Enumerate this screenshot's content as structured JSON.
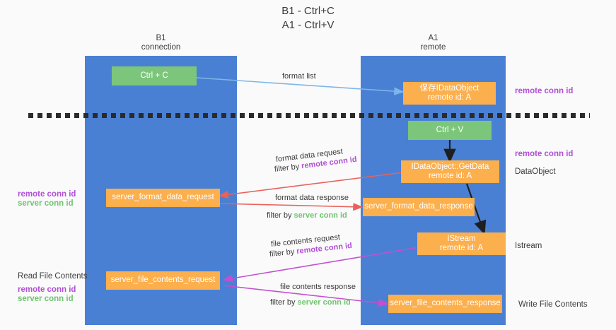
{
  "title": {
    "line1": "B1 - Ctrl+C",
    "line2": "A1 - Ctrl+V"
  },
  "lanes": {
    "left": {
      "name": "B1",
      "role": "connection"
    },
    "right": {
      "name": "A1",
      "role": "remote"
    }
  },
  "boxes": {
    "ctrl_c": {
      "label": "Ctrl + C"
    },
    "save_dataobject": {
      "line1": "保存IDataObject",
      "line2": "remote id: A"
    },
    "ctrl_v": {
      "label": "Ctrl + V"
    },
    "getdata": {
      "line1": "IDataObject::GetData",
      "line2": "remote id: A"
    },
    "server_format_data_request": {
      "label": "server_format_data_request"
    },
    "server_format_data_response": {
      "label": "server_format_data_response"
    },
    "istream": {
      "line1": "IStream",
      "line2": "remote id: A"
    },
    "server_file_contents_request": {
      "label": "server_file_contents_request"
    },
    "server_file_contents_response": {
      "label": "server_file_contents_response"
    }
  },
  "arrows": {
    "format_list": "format list",
    "format_data_request": "format data request",
    "format_data_response": "format data response",
    "file_contents_request": "file contents request",
    "file_contents_response": "file contents response",
    "filter_by": "filter by",
    "remote_conn_id": "remote conn id",
    "server_conn_id": "server conn id"
  },
  "side_labels": {
    "right_remote_conn_id_top": "remote conn id",
    "right_remote_conn_id_mid": "remote conn id",
    "dataobject": "DataObject",
    "istream": "Istream",
    "write_file_contents": "Write File Contents",
    "read_file_contents": "Read File Contents",
    "left_remote_conn_id": "remote conn id",
    "left_server_conn_id": "server conn id"
  },
  "colors": {
    "lane": "#4a80d4",
    "green_box": "#7cc67c",
    "orange_box": "#fcaf4d",
    "remote_purple": "#b04fd8",
    "server_green": "#6ec46e",
    "arrow_blue": "#7fb6e8",
    "arrow_red": "#e8625c",
    "arrow_magenta": "#c44fd0",
    "arrow_black": "#1f1f1f",
    "background": "#fafafa"
  }
}
